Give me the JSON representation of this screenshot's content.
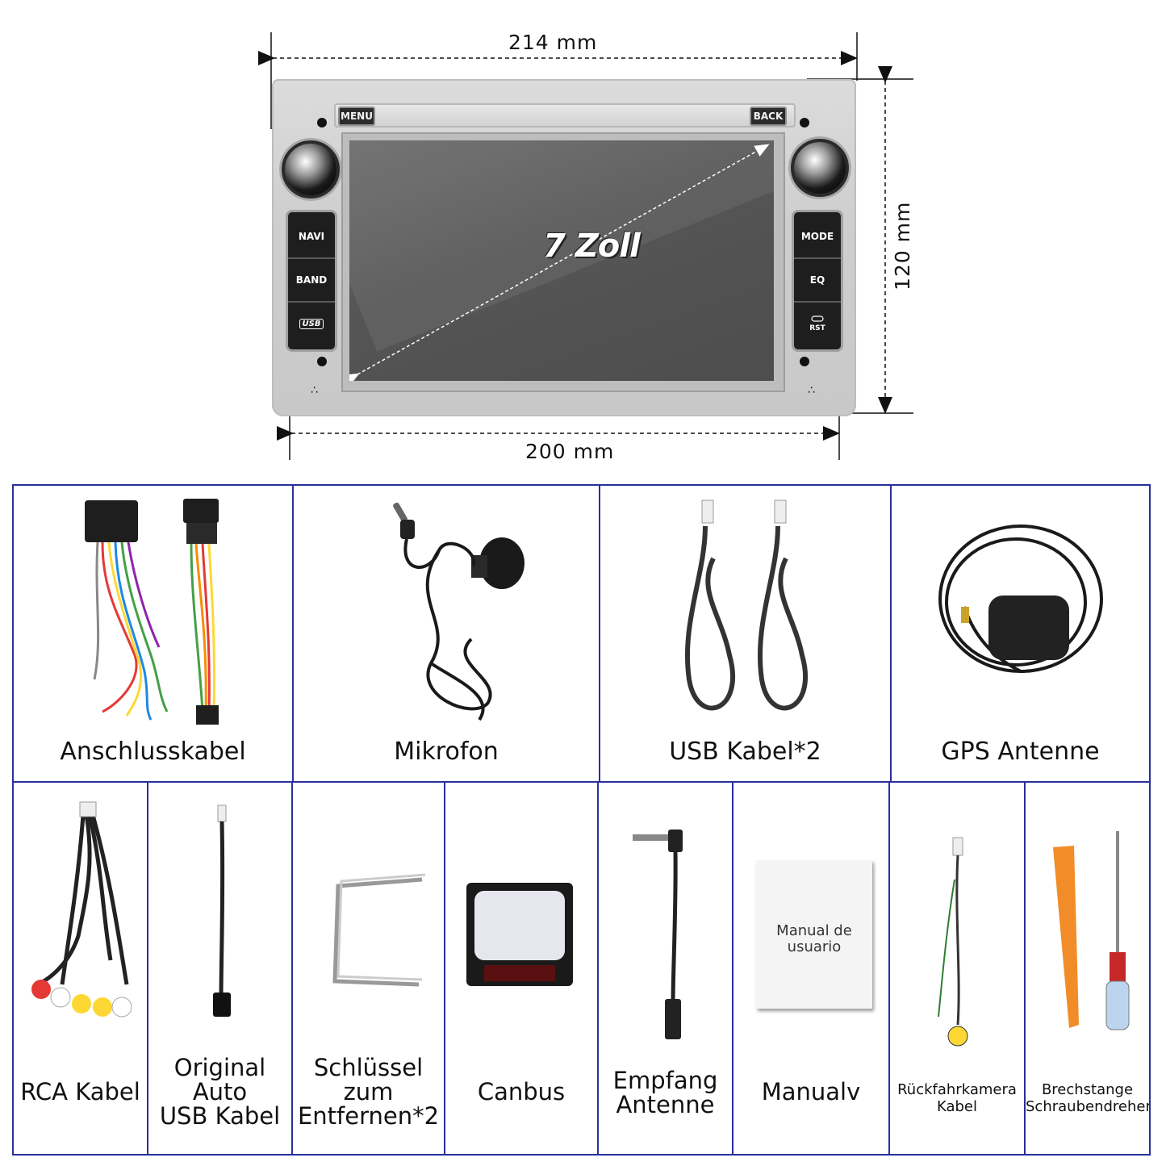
{
  "dimensions": {
    "width_top": "214 mm",
    "width_bottom": "200 mm",
    "height": "120 mm"
  },
  "device": {
    "color": "#cfcfcf",
    "screen_label": "7 Zoll",
    "buttons": {
      "menu": "MENU",
      "back": "BACK",
      "navi": "NAVI",
      "band": "BAND",
      "usb": "USB",
      "mode": "MODE",
      "eq": "EQ",
      "rst": "RST"
    }
  },
  "grid_border_color": "#2a2f9c",
  "accessories_row1": [
    {
      "label": "Anschlusskabel",
      "icon": "wiring-harness-icon"
    },
    {
      "label": "Mikrofon",
      "icon": "microphone-icon"
    },
    {
      "label": "USB Kabel*2",
      "icon": "usb-cable-icon"
    },
    {
      "label": "GPS Antenne",
      "icon": "gps-antenna-icon"
    }
  ],
  "accessories_row2": [
    {
      "label": "RCA Kabel",
      "icon": "rca-cable-icon"
    },
    {
      "label": "Original Auto USB Kabel",
      "lines": [
        "Original",
        "Auto",
        "USB Kabel"
      ],
      "icon": "original-usb-cable-icon"
    },
    {
      "label": "Schlüssel zum Entfernen*2",
      "lines": [
        "Schlüssel",
        "zum",
        "Entfernen*2"
      ],
      "icon": "removal-key-icon"
    },
    {
      "label": "Canbus",
      "icon": "canbus-icon"
    },
    {
      "label": "Empfang Antenne",
      "lines": [
        "Empfang",
        "Antenne"
      ],
      "icon": "radio-antenna-icon"
    },
    {
      "label": "Manualv",
      "icon": "manual-icon",
      "manual_cover_text": "Manual de usuario"
    },
    {
      "label": "Rückfahrkamera Kabel",
      "lines": [
        "Rückfahrkamera",
        "Kabel"
      ],
      "icon": "camera-cable-icon"
    },
    {
      "label": "Brechstange Schraubendreher",
      "lines": [
        "Brechstange",
        "Schraubendreher"
      ],
      "icon": "pry-tool-screwdriver-icon"
    }
  ]
}
